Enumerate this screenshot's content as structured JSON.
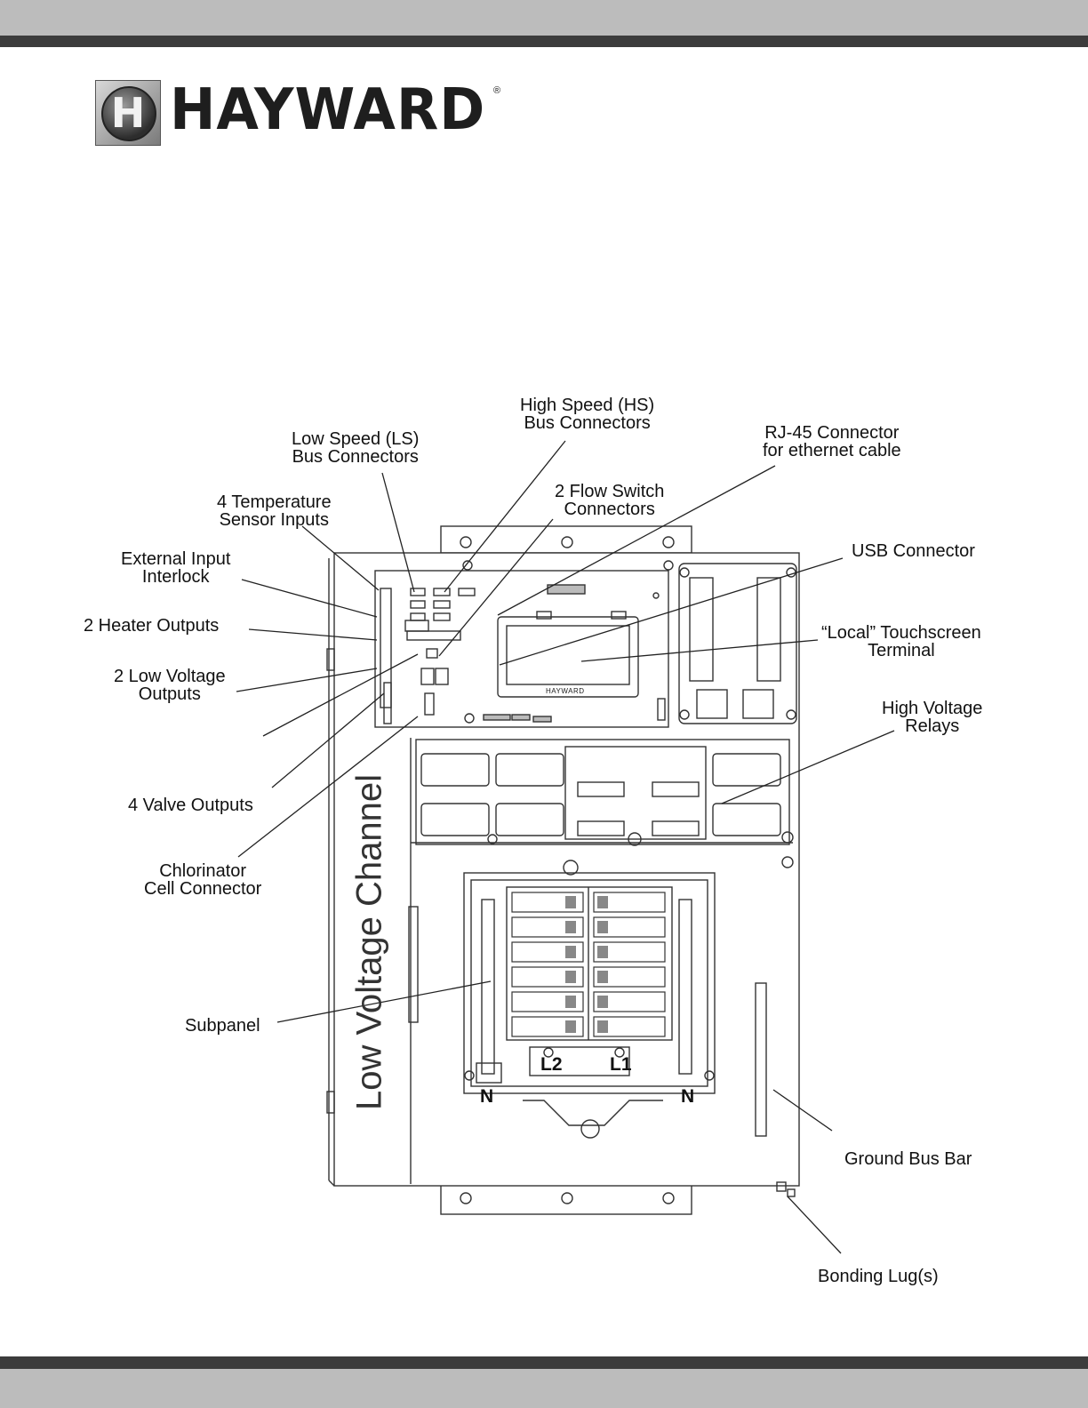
{
  "brand": {
    "logo_letter": "H",
    "name": "HAYWARD",
    "reg_mark": "®"
  },
  "labels": {
    "hs_bus": [
      "High Speed (HS)",
      "Bus Connectors"
    ],
    "ls_bus": [
      "Low Speed (LS)",
      "Bus Connectors"
    ],
    "rj45": [
      "RJ-45 Connector",
      "for ethernet cable"
    ],
    "flow_switch": [
      "2 Flow Switch",
      "Connectors"
    ],
    "temp_sensor": [
      "4 Temperature",
      "Sensor Inputs"
    ],
    "usb": [
      "USB Connector"
    ],
    "ext_input": [
      "External Input",
      "Interlock"
    ],
    "heater": [
      "2 Heater Outputs"
    ],
    "touchscreen": [
      "“Local” Touchscreen",
      "Terminal"
    ],
    "low_voltage": [
      "2 Low Voltage",
      "Outputs"
    ],
    "hv_relays": [
      "High Voltage",
      "Relays"
    ],
    "valve": [
      "4 Valve Outputs"
    ],
    "chlorinator": [
      "Chlorinator",
      "Cell Connector"
    ],
    "subpanel": [
      "Subpanel"
    ],
    "ground_bus": [
      "Ground Bus Bar"
    ],
    "bonding_lug": [
      "Bonding Lug(s)"
    ]
  },
  "panel_text": {
    "channel": "Low Voltage Channel",
    "l2": "L2",
    "l1": "L1",
    "n_left": "N",
    "n_right": "N",
    "touchscreen_brand": "HAYWARD"
  },
  "colors": {
    "stripe_dark": "#3c3c3c",
    "band_light": "#bcbcbc",
    "line": "#333333"
  }
}
